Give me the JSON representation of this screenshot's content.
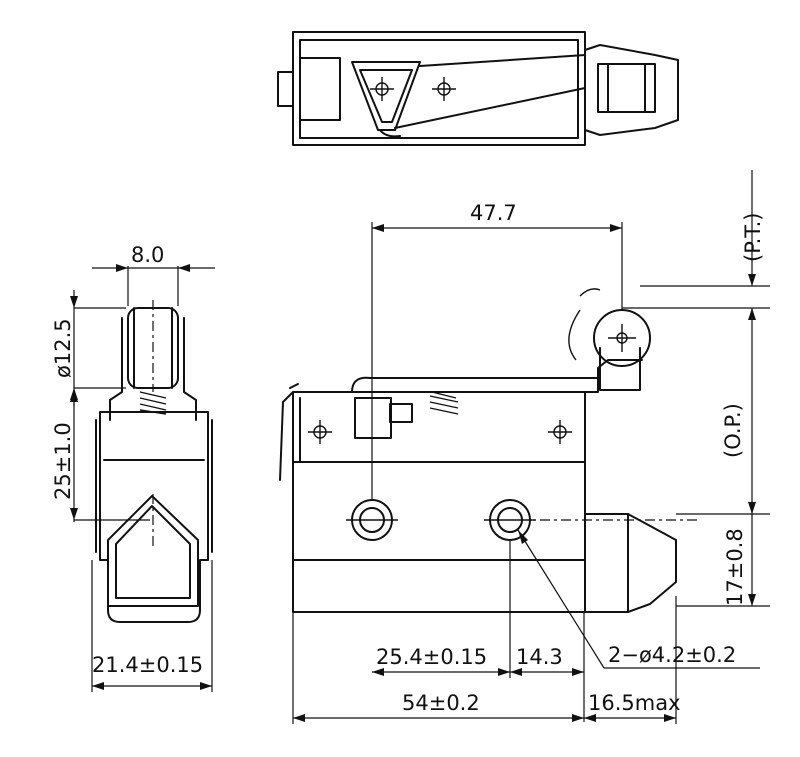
{
  "views": {
    "top": {
      "name": "top-view"
    },
    "side": {
      "name": "side-view"
    },
    "front": {
      "name": "front-view"
    }
  },
  "dimensions": {
    "lever_length": "47.7",
    "roller_width": "8.0",
    "roller_diameter": "ø12.5",
    "side_height": "25±1.0",
    "side_width": "21.4±0.15",
    "hole_pitch": "25.4±0.15",
    "hole_offset": "14.3",
    "body_length": "54±0.2",
    "plunger_max": "16.5max",
    "mount_holes": "2−ø4.2±0.2",
    "pretravel": "(P.T.)",
    "operating_position": "(O.P.)",
    "height_17": "17±0.8"
  }
}
